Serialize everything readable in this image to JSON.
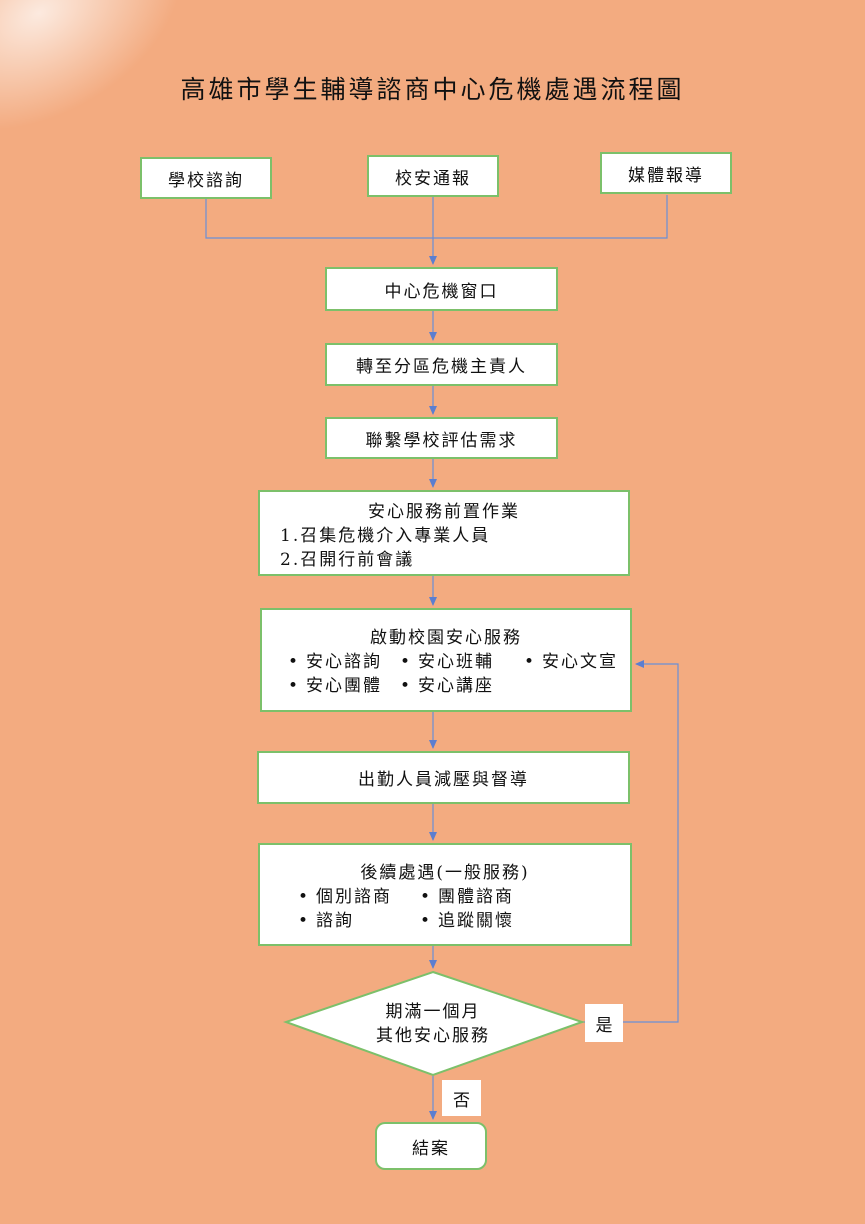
{
  "title": "高雄市學生輔導諮商中心危機處遇流程圖",
  "sources": [
    "學校諮詢",
    "校安通報",
    "媒體報導"
  ],
  "steps": {
    "window": "中心危機窗口",
    "transfer": "轉至分區危機主責人",
    "contact": "聯繫學校評估需求",
    "prep": {
      "heading": "安心服務前置作業",
      "items": [
        "1.召集危機介入專業人員",
        "2.召開行前會議"
      ]
    },
    "launch": {
      "heading": "啟動校園安心服務",
      "bullets": [
        "安心諮詢",
        "安心班輔",
        "安心文宣",
        "安心團體",
        "安心講座"
      ]
    },
    "debrief": "出勤人員減壓與督導",
    "followup": {
      "heading": "後續處遇(一般服務)",
      "bullets": [
        "個別諮商",
        "團體諮商",
        "諮詢",
        "追蹤關懷"
      ]
    },
    "decision": [
      "期滿一個月",
      "其他安心服務"
    ],
    "yes": "是",
    "no": "否",
    "end": "結案"
  },
  "colors": {
    "background": "#f3ab80",
    "box_border": "#7cc06a",
    "connector": "#5b7ed0"
  }
}
